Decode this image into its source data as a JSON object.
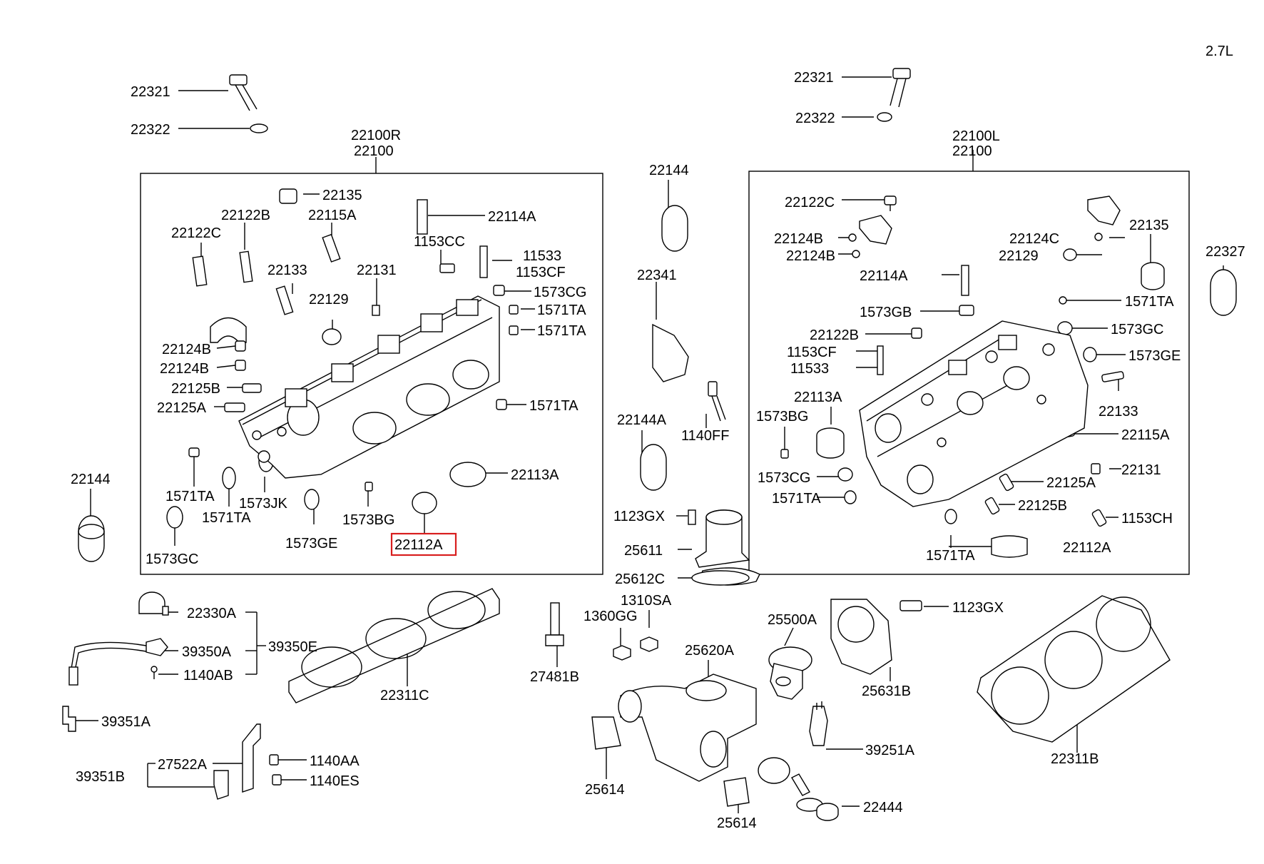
{
  "engine_label": "2.7L",
  "labels": [
    {
      "id": "l01",
      "text": "22321"
    },
    {
      "id": "l02",
      "text": "22322"
    },
    {
      "id": "l03",
      "text": "22100R"
    },
    {
      "id": "l04",
      "text": "22100"
    },
    {
      "id": "l05",
      "text": "22135"
    },
    {
      "id": "l06",
      "text": "22122B"
    },
    {
      "id": "l07",
      "text": "22115A"
    },
    {
      "id": "l08",
      "text": "22114A"
    },
    {
      "id": "l09",
      "text": "22122C"
    },
    {
      "id": "l10",
      "text": "1153CC"
    },
    {
      "id": "l11",
      "text": "11533"
    },
    {
      "id": "l12",
      "text": "1153CF"
    },
    {
      "id": "l13",
      "text": "22133"
    },
    {
      "id": "l14",
      "text": "22131"
    },
    {
      "id": "l15",
      "text": "1573CG"
    },
    {
      "id": "l16",
      "text": "22129"
    },
    {
      "id": "l17",
      "text": "1571TA"
    },
    {
      "id": "l18",
      "text": "1571TA"
    },
    {
      "id": "l19",
      "text": "22124B"
    },
    {
      "id": "l20",
      "text": "22124B"
    },
    {
      "id": "l21",
      "text": "22125B"
    },
    {
      "id": "l22",
      "text": "22125A"
    },
    {
      "id": "l23",
      "text": "1571TA"
    },
    {
      "id": "l24",
      "text": "22113A"
    },
    {
      "id": "l25",
      "text": "1571TA"
    },
    {
      "id": "l26",
      "text": "1573JK"
    },
    {
      "id": "l27",
      "text": "1571TA"
    },
    {
      "id": "l28",
      "text": "1573BG"
    },
    {
      "id": "l29",
      "text": "1573GE"
    },
    {
      "id": "l30",
      "text": "22112A"
    },
    {
      "id": "l31",
      "text": "1573GC"
    },
    {
      "id": "l32",
      "text": "22144"
    },
    {
      "id": "l33",
      "text": "22144"
    },
    {
      "id": "l34",
      "text": "22341"
    },
    {
      "id": "l35",
      "text": "1140FF"
    },
    {
      "id": "l36",
      "text": "22144A"
    },
    {
      "id": "l37",
      "text": "1123GX"
    },
    {
      "id": "l38",
      "text": "25611"
    },
    {
      "id": "l39",
      "text": "25612C"
    },
    {
      "id": "l40",
      "text": "22321"
    },
    {
      "id": "l41",
      "text": "22322"
    },
    {
      "id": "l42",
      "text": "22100L"
    },
    {
      "id": "l43",
      "text": "22100"
    },
    {
      "id": "l44",
      "text": "22122C"
    },
    {
      "id": "l45",
      "text": "22135"
    },
    {
      "id": "l46",
      "text": "22124B"
    },
    {
      "id": "l47",
      "text": "22124C"
    },
    {
      "id": "l48",
      "text": "22124B"
    },
    {
      "id": "l49",
      "text": "22129"
    },
    {
      "id": "l50",
      "text": "22327"
    },
    {
      "id": "l51",
      "text": "22114A"
    },
    {
      "id": "l52",
      "text": "1571TA"
    },
    {
      "id": "l53",
      "text": "1573GB"
    },
    {
      "id": "l54",
      "text": "1573GC"
    },
    {
      "id": "l55",
      "text": "22122B"
    },
    {
      "id": "l56",
      "text": "1153CF"
    },
    {
      "id": "l57",
      "text": "1573GE"
    },
    {
      "id": "l58",
      "text": "11533"
    },
    {
      "id": "l59",
      "text": "22113A"
    },
    {
      "id": "l60",
      "text": "22133"
    },
    {
      "id": "l61",
      "text": "1573BG"
    },
    {
      "id": "l62",
      "text": "22115A"
    },
    {
      "id": "l63",
      "text": "22131"
    },
    {
      "id": "l64",
      "text": "1573CG"
    },
    {
      "id": "l65",
      "text": "22125A"
    },
    {
      "id": "l66",
      "text": "1571TA"
    },
    {
      "id": "l67",
      "text": "22125B"
    },
    {
      "id": "l68",
      "text": "1153CH"
    },
    {
      "id": "l69",
      "text": "22112A"
    },
    {
      "id": "l70",
      "text": "1571TA"
    },
    {
      "id": "l71",
      "text": "22330A"
    },
    {
      "id": "l72",
      "text": "39350A"
    },
    {
      "id": "l73",
      "text": "39350E"
    },
    {
      "id": "l74",
      "text": "1140AB"
    },
    {
      "id": "l75",
      "text": "22311C"
    },
    {
      "id": "l76",
      "text": "39351A"
    },
    {
      "id": "l77",
      "text": "27522A"
    },
    {
      "id": "l78",
      "text": "1140AA"
    },
    {
      "id": "l79",
      "text": "39351B"
    },
    {
      "id": "l80",
      "text": "1140ES"
    },
    {
      "id": "l81",
      "text": "27481B"
    },
    {
      "id": "l82",
      "text": "1310SA"
    },
    {
      "id": "l83",
      "text": "1360GG"
    },
    {
      "id": "l84",
      "text": "25500A"
    },
    {
      "id": "l85",
      "text": "1123GX"
    },
    {
      "id": "l86",
      "text": "25620A"
    },
    {
      "id": "l87",
      "text": "25631B"
    },
    {
      "id": "l88",
      "text": "25614"
    },
    {
      "id": "l89",
      "text": "39251A"
    },
    {
      "id": "l90",
      "text": "22311B"
    },
    {
      "id": "l91",
      "text": "25614"
    },
    {
      "id": "l92",
      "text": "22444"
    }
  ],
  "highlighted_label": "l30"
}
